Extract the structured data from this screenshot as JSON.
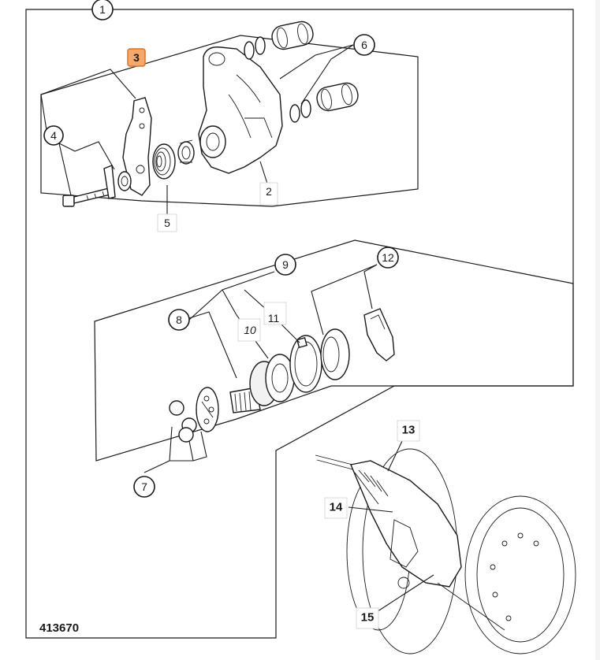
{
  "diagram": {
    "reference_number": "413670",
    "callouts": {
      "c1": "1",
      "c2": "2",
      "c3": "3",
      "c4": "4",
      "c5": "5",
      "c6": "6",
      "c7": "7",
      "c8": "8",
      "c9": "9",
      "c10": "10",
      "c11": "11",
      "c12": "12",
      "c13": "13",
      "c14": "14",
      "c15": "15"
    },
    "highlighted_callout": "3",
    "highlight_color": "#f6a86a"
  }
}
